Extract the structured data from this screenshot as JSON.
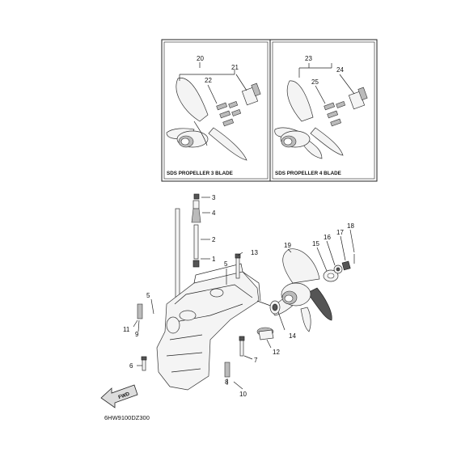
{
  "diagram": {
    "code": "6HW9100DZ300",
    "inset_left_caption": "SDS PROPELLER 3 BLADE",
    "inset_right_caption": "SDS PROPELLER 4 BLADE",
    "arrow_label": "FWD",
    "callouts": {
      "c1": "1",
      "c2": "2",
      "c3": "3",
      "c4": "4",
      "c5a": "5",
      "c5b": "5",
      "c6": "6",
      "c7": "7",
      "c8": "8",
      "c9": "9",
      "c10": "10",
      "c11": "11",
      "c12": "12",
      "c13": "13",
      "c14": "14",
      "c15": "15",
      "c16": "16",
      "c17": "17",
      "c18": "18",
      "c19": "19",
      "c20": "20",
      "c21": "21",
      "c22": "22",
      "c23": "23",
      "c24": "24",
      "c25": "25"
    }
  }
}
